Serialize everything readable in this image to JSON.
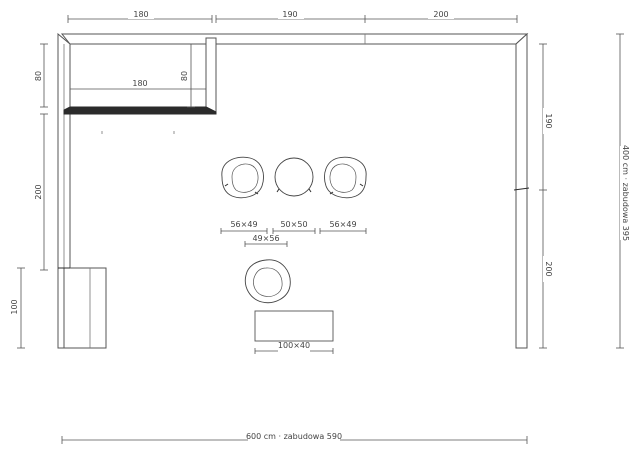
{
  "dimensions": {
    "top_left": "180",
    "top_middle": "190",
    "top_right": "200",
    "upper_cabinet_depth_outer": "80",
    "upper_cabinet_width": "180",
    "upper_cabinet_depth_inner": "80",
    "left_wall": "200",
    "left_lower": "100",
    "right_upper": "190",
    "right_lower": "200",
    "right_total": "400 cm · zabudowa 395",
    "bottom_total": "600 cm · zabudowa 590"
  },
  "furniture": {
    "chair_left": "56×49",
    "chair_middle": "50×50",
    "chair_right": "56×49",
    "chair_bottom": "49×56",
    "table": "100×40"
  }
}
